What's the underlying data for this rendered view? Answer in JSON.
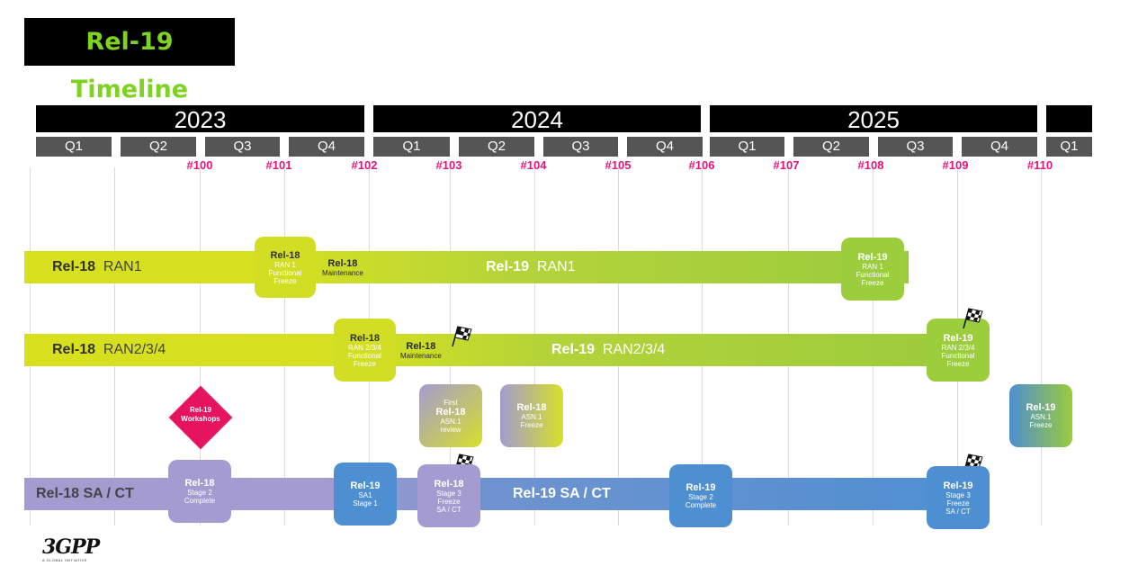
{
  "title": "Rel-19 Timeline",
  "years": [
    "2023",
    "2024",
    "2025",
    ""
  ],
  "quarters": [
    "Q1",
    "Q2",
    "Q3",
    "Q4",
    "Q1",
    "Q2",
    "Q3",
    "Q4",
    "Q1",
    "Q2",
    "Q3",
    "Q4",
    "Q1"
  ],
  "meetings": [
    "#100",
    "#101",
    "#102",
    "#103",
    "#104",
    "#105",
    "#106",
    "#107",
    "#108",
    "#109",
    "#110"
  ],
  "ran1": {
    "left_bold": "Rel-18",
    "left_text": "RAN1",
    "center_bold": "Rel-19",
    "center_text": "RAN1",
    "maint": "Rel-18",
    "maint_sub": "Maintenance",
    "freeze18": {
      "l1": "Rel-18",
      "l2": "RAN 1",
      "l3": "Functional",
      "l4": "Freeze"
    },
    "freeze19": {
      "l1": "Rel-19",
      "l2": "RAN 1",
      "l3": "Functional",
      "l4": "Freeze"
    }
  },
  "ran234": {
    "left_bold": "Rel-18",
    "left_text": "RAN2/3/4",
    "center_bold": "Rel-19",
    "center_text": "RAN2/3/4",
    "maint": "Rel-18",
    "maint_sub": "Maintenance",
    "freeze18": {
      "l1": "Rel-18",
      "l2": "RAN 2/3/4",
      "l3": "Functional",
      "l4": "Freeze"
    },
    "freeze19": {
      "l1": "Rel-19",
      "l2": "RAN 2/3/4",
      "l3": "Functional",
      "l4": "Freeze"
    }
  },
  "workshops": {
    "l1": "Rel-19",
    "l2": "Workshops"
  },
  "asn_review": {
    "l1": "First",
    "l2": "Rel-18",
    "l3": "ASN.1",
    "l4": "review"
  },
  "asn18": {
    "l1": "Rel-18",
    "l2": "ASN.1",
    "l3": "Freeze"
  },
  "asn19": {
    "l1": "Rel-19",
    "l2": "ASN.1",
    "l3": "Freeze"
  },
  "sact": {
    "left": "Rel-18  SA / CT",
    "center": "Rel-19  SA / CT",
    "st2_18": {
      "l1": "Rel-18",
      "l2": "Stage 2",
      "l3": "Complete"
    },
    "sai": {
      "l1": "Rel-19",
      "l2": "SA1",
      "l3": "Stage 1"
    },
    "st3_18": {
      "l1": "Rel-18",
      "l2": "Stage 3",
      "l3": "Freeze",
      "l4": "SA  /  CT"
    },
    "st2_19": {
      "l1": "Rel-19",
      "l2": "Stage 2",
      "l3": "Complete"
    },
    "st3_19": {
      "l1": "Rel-19",
      "l2": "Stage 3",
      "l3": "Freeze",
      "l4": "SA  /  CT"
    }
  },
  "logo": {
    "text": "3GPP",
    "tagline": "A GLOBAL INITIATIVE"
  },
  "colors": {
    "lime": "#d4e021",
    "green": "#9bcb3c",
    "purple": "#a49bd0",
    "blue": "#4d8fd1",
    "magenta": "#e6145e",
    "pink_text": "#e6147d"
  }
}
